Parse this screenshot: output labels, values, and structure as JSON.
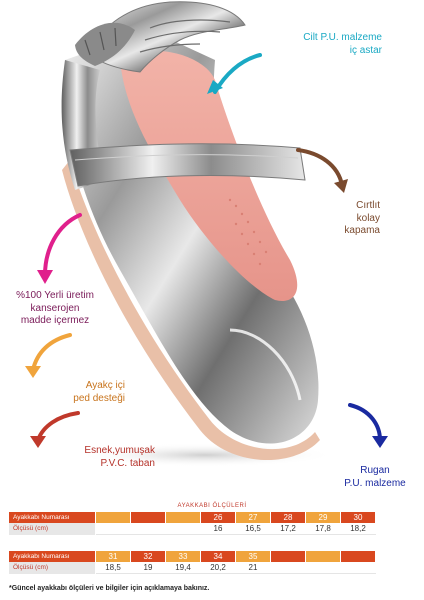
{
  "callouts": {
    "lining": [
      "Cilt P.U. malzeme",
      "iç astar"
    ],
    "closure": [
      "Cırtlıt",
      "kolay",
      "kapama"
    ],
    "materials": [
      "%100 Yerli üretim",
      "kanserojen",
      "madde içermez"
    ],
    "insole": [
      "Ayakç içi",
      "ped desteği"
    ],
    "sole": [
      "Esnek,yumuşak",
      "P.V.C. taban"
    ],
    "upper": [
      "Rugan",
      "P.U. malzeme"
    ]
  },
  "colors": {
    "teal": "#1aa9c4",
    "brown": "#7a4a2e",
    "magenta": "#e0208c",
    "orange": "#f0a43c",
    "red": "#c0392b",
    "blue": "#1a2aa0"
  },
  "size_chart": {
    "title": "AYAKKABI ÖLÇÜLERİ",
    "number_label": "Ayakkabı Numarası",
    "length_label": "Ölçüsü (cm)",
    "rows": [
      {
        "numbers": [
          "",
          "",
          "",
          "26",
          "27",
          "28",
          "29",
          "30"
        ],
        "lengths": [
          "",
          "",
          "",
          "16",
          "16,5",
          "17,2",
          "17,8",
          "18,2"
        ]
      },
      {
        "numbers": [
          "31",
          "32",
          "33",
          "34",
          "35",
          "",
          "",
          ""
        ],
        "lengths": [
          "18,5",
          "19",
          "19,4",
          "20,2",
          "21",
          "",
          "",
          ""
        ]
      }
    ]
  },
  "footnote": "*Güncel ayakkabı ölçüleri ve bilgiler için açıklamaya bakınız."
}
